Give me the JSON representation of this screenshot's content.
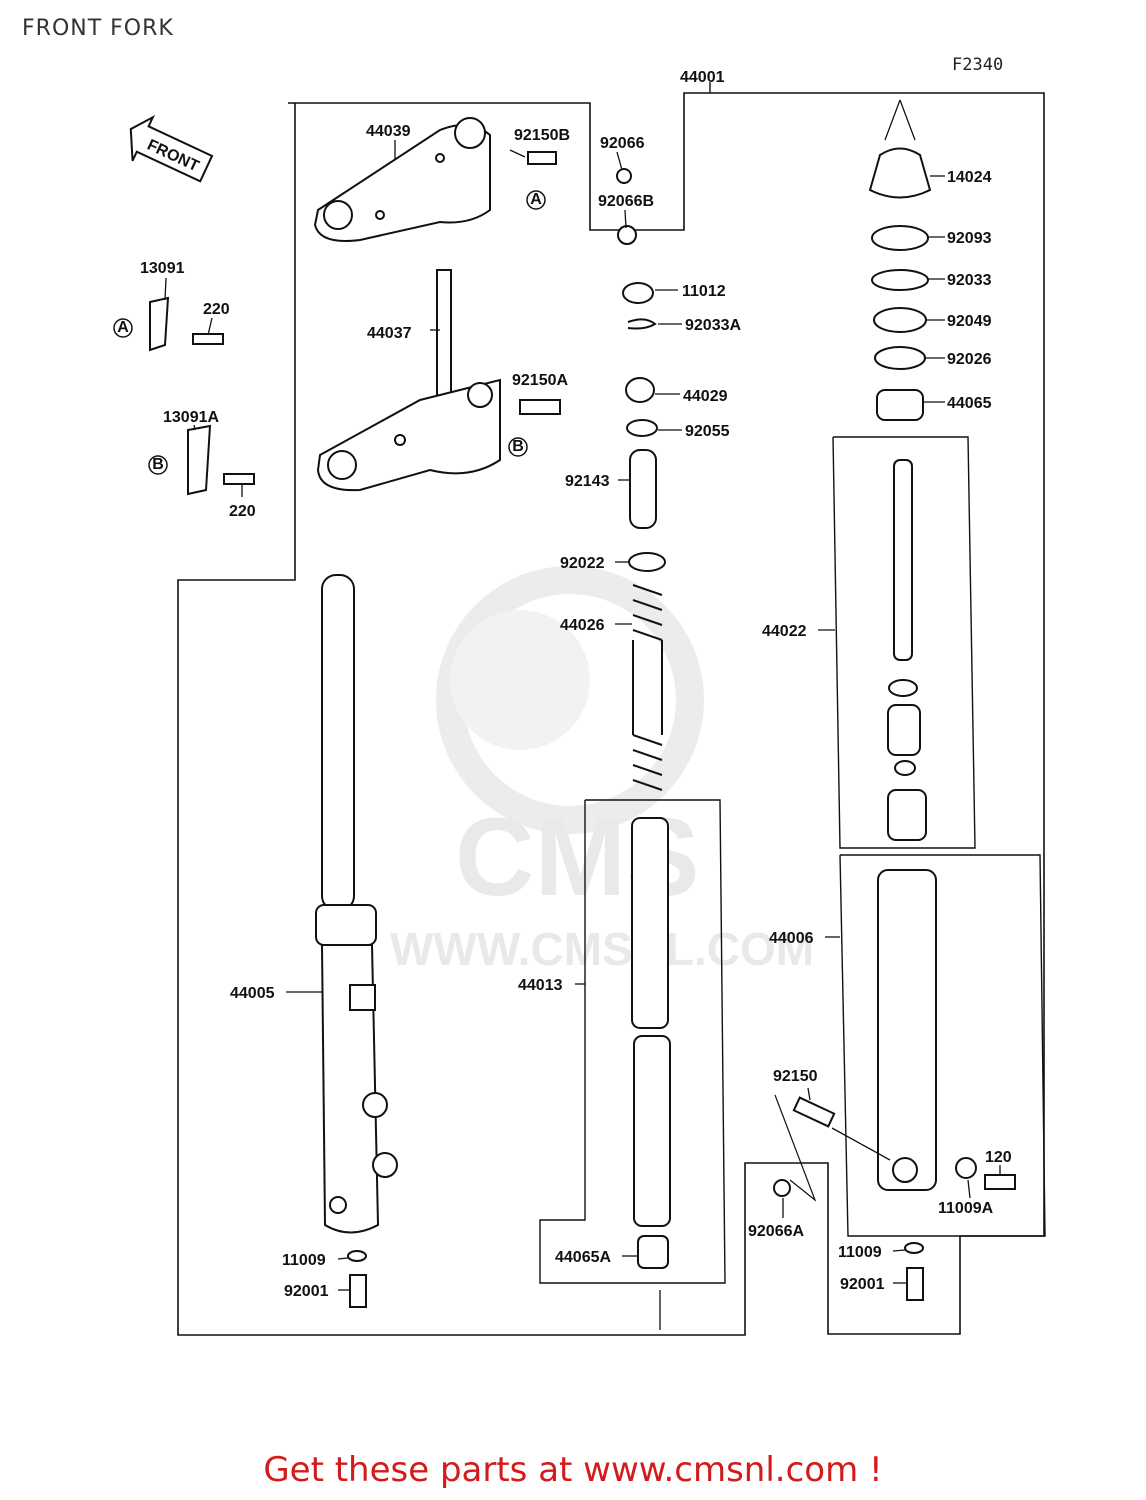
{
  "title": "FRONT FORK",
  "figure_code": "F2340",
  "footer": "Get these parts at www.cmsnl.com !",
  "watermark": {
    "brand": "CMS",
    "url": "WWW.CMSNL.COM"
  },
  "callouts": {
    "front_arrow": "FRONT",
    "ref_a": "A",
    "ref_b": "B"
  },
  "parts": {
    "p44001": "44001",
    "p44039": "44039",
    "p92150B": "92150B",
    "p92066": "92066",
    "p92066B": "92066B",
    "p13091": "13091",
    "p220a": "220",
    "p44037": "44037",
    "p92150A": "92150A",
    "p13091A": "13091A",
    "p220b": "220",
    "p11012": "11012",
    "p92033A": "92033A",
    "p44029": "44029",
    "p92055": "92055",
    "p92143": "92143",
    "p92022": "92022",
    "p44026": "44026",
    "p14024": "14024",
    "p92093": "92093",
    "p92033": "92033",
    "p92049": "92049",
    "p92026": "92026",
    "p44065": "44065",
    "p44022": "44022",
    "p44006": "44006",
    "p44005": "44005",
    "p44013": "44013",
    "p92150": "92150",
    "p120": "120",
    "p11009A": "11009A",
    "p92066A": "92066A",
    "p44065A": "44065A",
    "p11009a": "11009",
    "p92001a": "92001",
    "p11009b": "11009",
    "p92001b": "92001"
  }
}
